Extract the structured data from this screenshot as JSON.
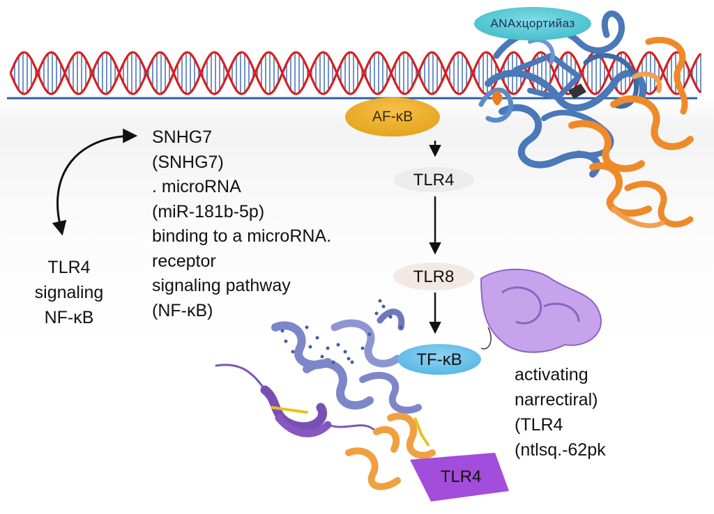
{
  "colors": {
    "dna_strand": "#d81e1e",
    "dna_rungs": "#2c5ea8",
    "blue_protein": "#4a78b8",
    "orange_protein": "#ef8a2a",
    "purple_protein": "#b78ce0",
    "lavender_protein": "#7d86c8",
    "tlr4_box": "#a24ddb"
  },
  "labels": {
    "top_badge": "ANАхцортийаз",
    "nfkb_oval": "АF-κB",
    "tlr4_oval": "TLR4",
    "tlr8_oval": "TLR8",
    "tfkb_oval": "TF-κB",
    "tlr4_box": "TLR4"
  },
  "center_block": [
    "SNHG7",
    "(SNHG7)",
    ". microRNA",
    "(miR-181b-5p)",
    "binding to a microRNA.",
    "receptor",
    "signaling pathway",
    "(NF-κB)"
  ],
  "left_block": [
    "TLR4",
    "signaling",
    "NF-κB"
  ],
  "right_block": [
    "activating",
    "narrectiral)",
    "(TLR4",
    "(ntlsq.-62pk"
  ]
}
